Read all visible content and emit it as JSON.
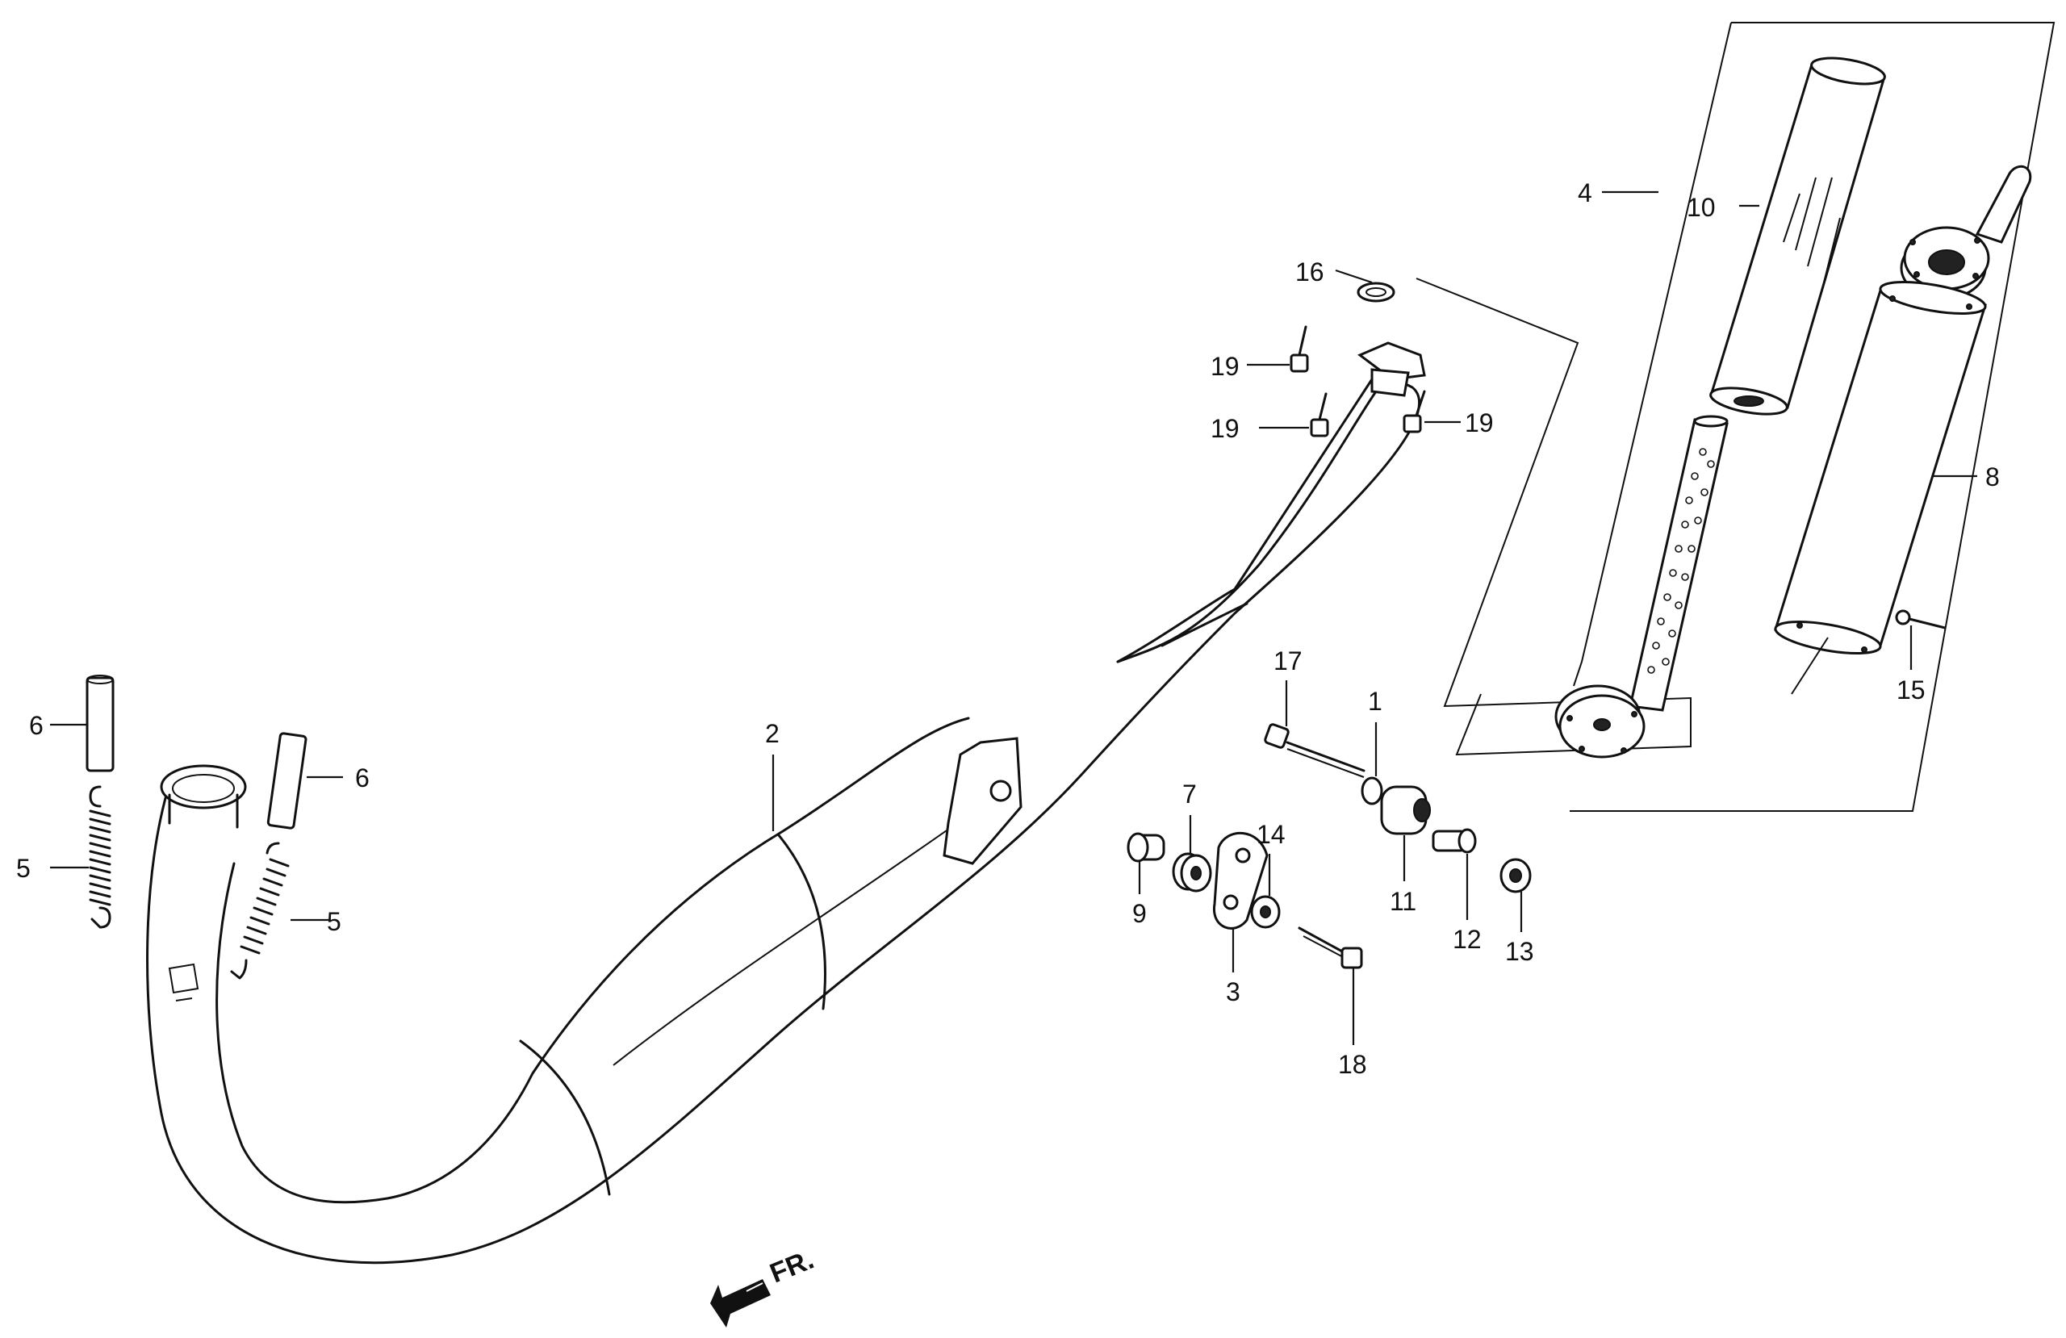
{
  "callouts": {
    "c1": "1",
    "c2": "2",
    "c3": "3",
    "c4": "4",
    "c5a": "5",
    "c5b": "5",
    "c6a": "6",
    "c6b": "6",
    "c7": "7",
    "c8": "8",
    "c9": "9",
    "c10": "10",
    "c11": "11",
    "c12": "12",
    "c13": "13",
    "c14": "14",
    "c15": "15",
    "c16": "16",
    "c17": "17",
    "c18": "18",
    "c19a": "19",
    "c19b": "19",
    "c19c": "19"
  },
  "direction": {
    "label": "FR."
  }
}
